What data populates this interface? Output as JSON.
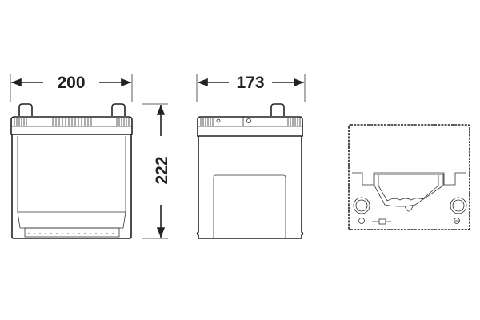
{
  "dimensions": {
    "width": "200",
    "depth": "173",
    "height": "222"
  },
  "views": [
    "front-view",
    "side-view",
    "top-view"
  ],
  "colors": {
    "line": "#222222",
    "background": "#ffffff"
  }
}
